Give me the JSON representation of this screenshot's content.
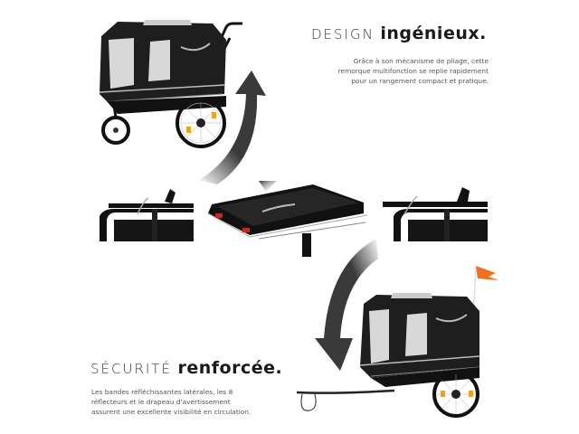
{
  "sections": {
    "design": {
      "title_light": "DESIGN",
      "title_bold": "ingénieux.",
      "description": [
        "Grâce à son mécanisme de pliage, cette",
        "remorque multifonction se replie rapidement",
        "pour un rangement compact et pratique."
      ]
    },
    "securite": {
      "title_light": "SÉCURITÉ",
      "title_bold": "renforcée.",
      "description": [
        "Les bandes réfléchissantes latérales, les 8",
        "réflecteurs et le drapeau d'avertissement",
        "assurent une excellente visibilité en circulation."
      ]
    }
  },
  "images": [
    {
      "name": "trailer-stroller-mode",
      "label": "Pet trailer with push handle and front wheel"
    },
    {
      "name": "hinge-detail-left",
      "label": "Folding hinge close-up (left)"
    },
    {
      "name": "trailer-folded",
      "label": "Folded trailer frame"
    },
    {
      "name": "hinge-detail-right",
      "label": "Folding hinge close-up (right)"
    },
    {
      "name": "trailer-bike-mode",
      "label": "Pet trailer with tow bar and orange flag"
    }
  ],
  "colors": {
    "fabric": "#1e1e1e",
    "mesh": "#d8d8d8",
    "reflector": "#f0a020",
    "flag": "#f07020",
    "arrow": "#3a3a3a"
  }
}
